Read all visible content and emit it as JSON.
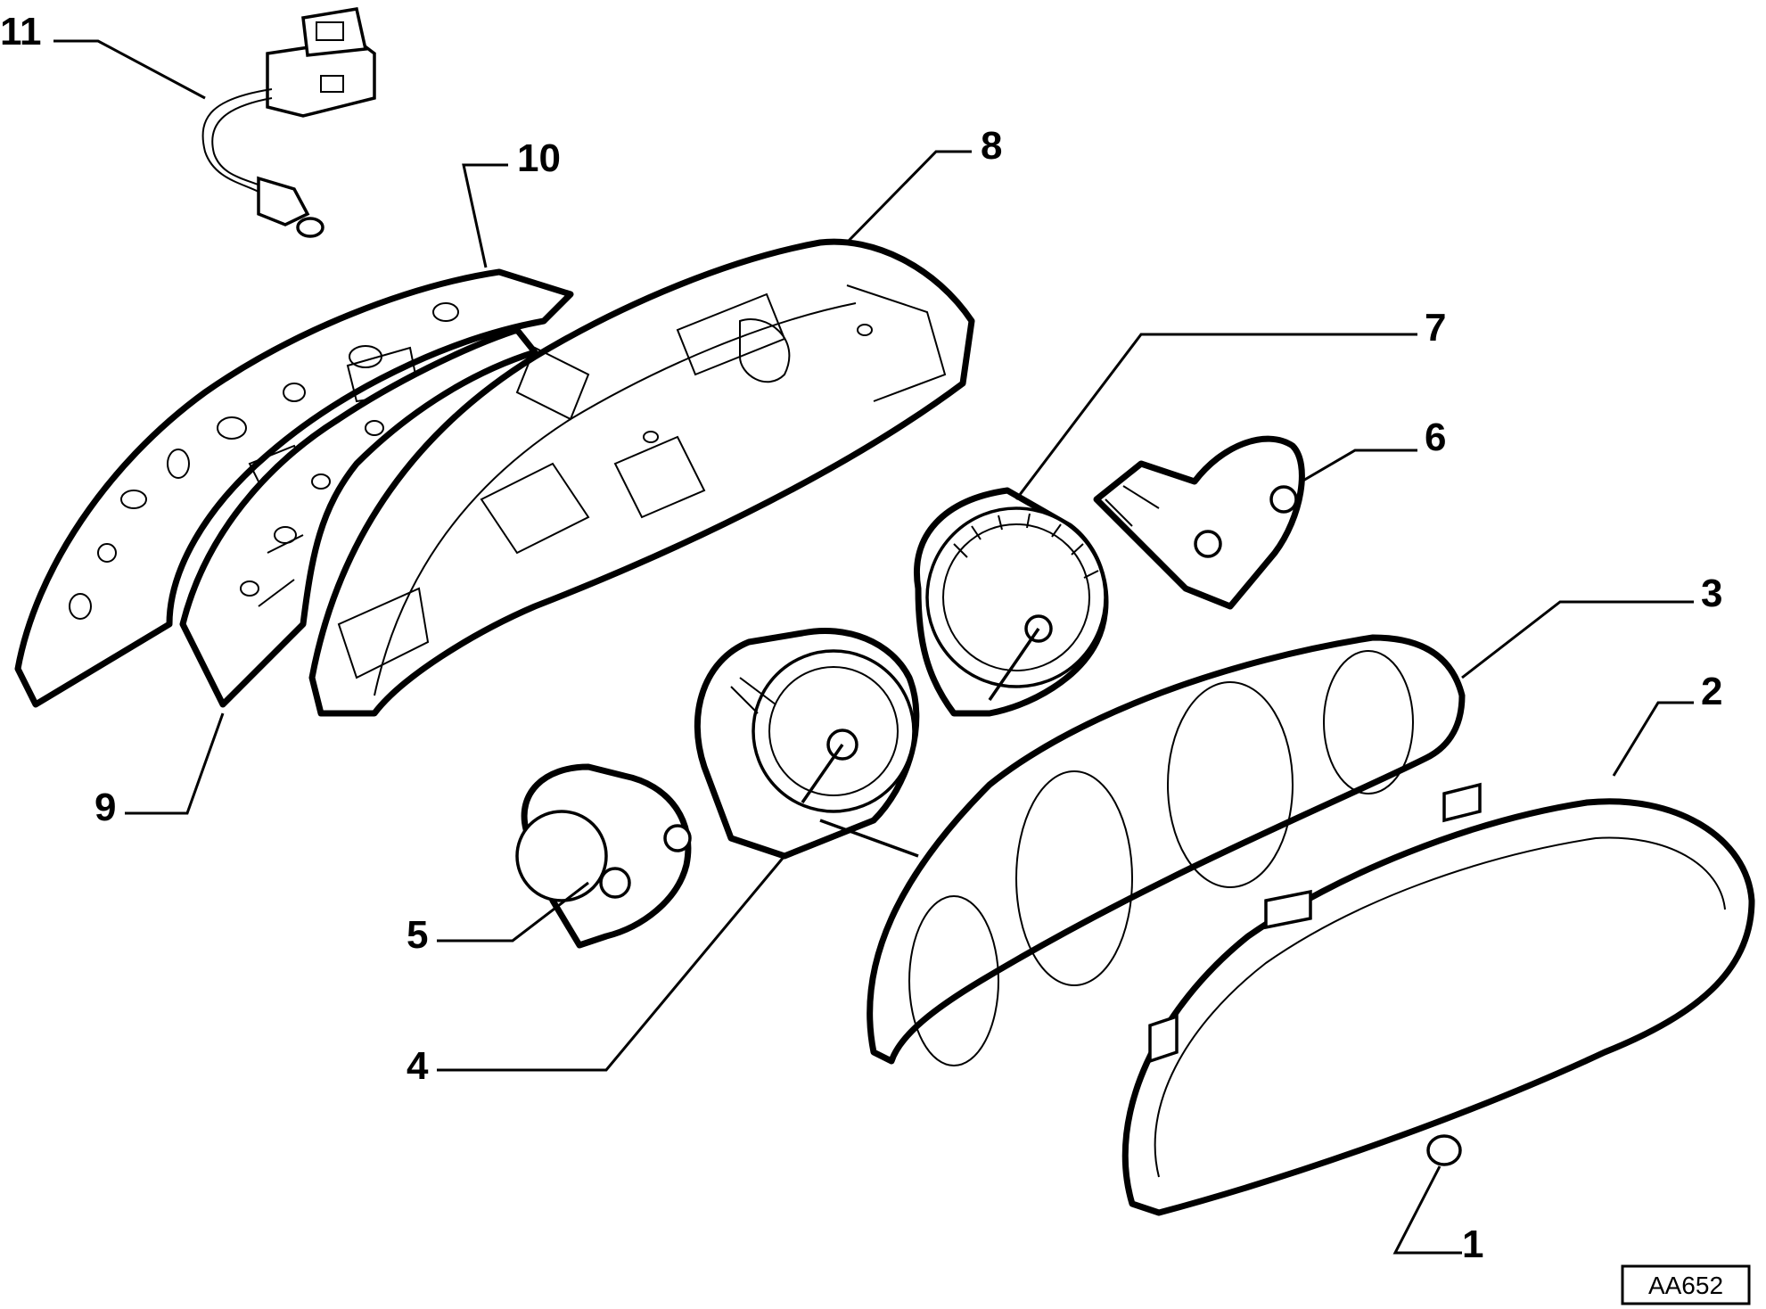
{
  "callouts": {
    "c1": "1",
    "c2": "2",
    "c3": "3",
    "c4": "4",
    "c5": "5",
    "c6": "6",
    "c7": "7",
    "c8": "8",
    "c9": "9",
    "c10": "10",
    "c11": "11"
  },
  "reference_code": "AA652",
  "colors": {
    "ink": "#000000",
    "paper": "#ffffff"
  }
}
